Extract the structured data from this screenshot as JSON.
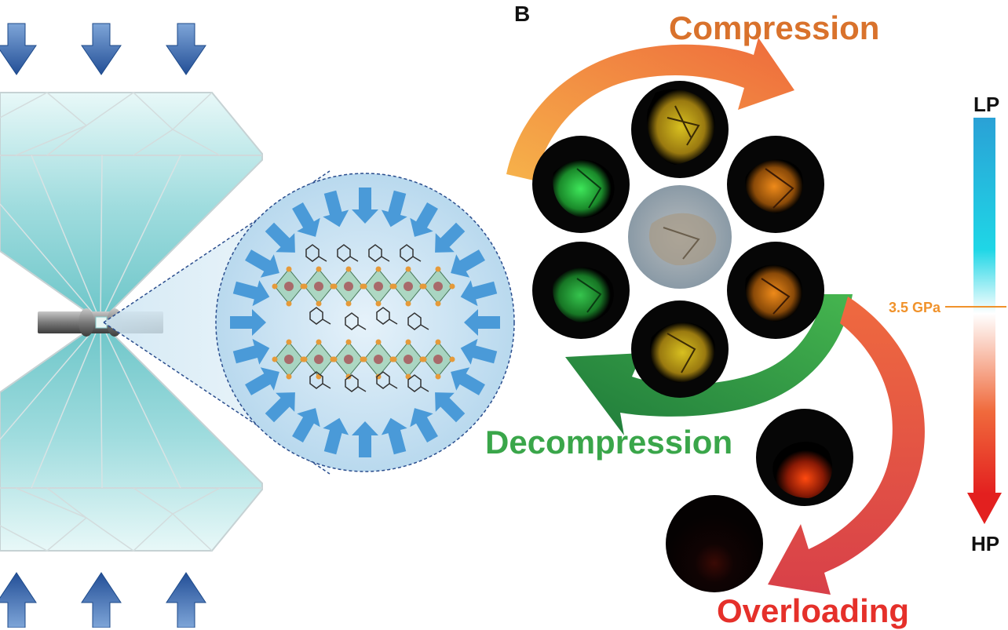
{
  "panel_label": "B",
  "cycle": {
    "compression_label": "Compression",
    "decompression_label": "Decompression",
    "overloading_label": "Overloading"
  },
  "pressure_scale": {
    "low_label": "LP",
    "high_label": "HP",
    "threshold_label": "3.5 GPa"
  },
  "colors": {
    "compression": "#d9722c",
    "decompression": "#3aa64a",
    "overloading": "#e5302a",
    "threshold": "#f0922b",
    "diamond": "#aee4e6",
    "force_arrow_dark": "#2f5fa8",
    "force_arrow_light": "#4a9ad8"
  },
  "icons": [
    "diamond-anvil-icon",
    "force-arrow-icon",
    "crystal-structure-icon",
    "pressure-gradient-bar-icon"
  ]
}
